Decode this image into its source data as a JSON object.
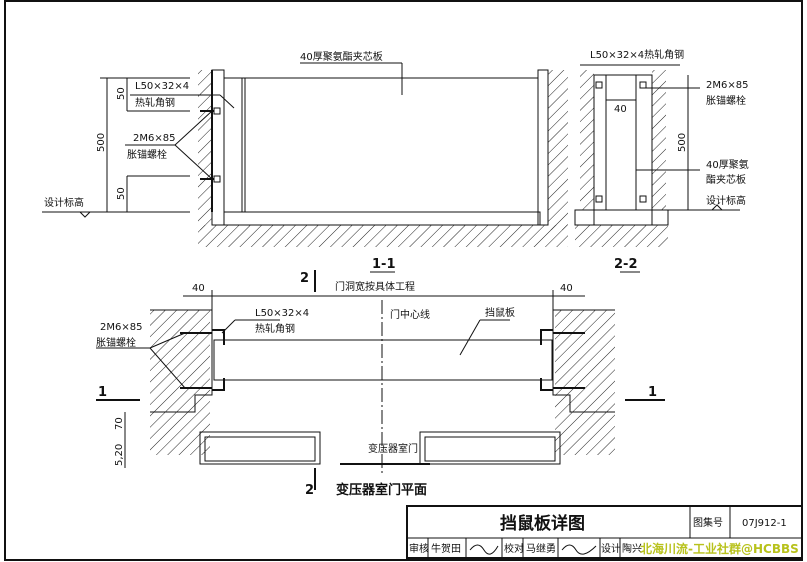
{
  "section_1_1": {
    "title": "1-1",
    "panel_label": "40厚聚氨酯夹芯板",
    "angle_spec": "L50×32×4",
    "angle_name": "热轧角钢",
    "bolt_spec": "2M6×85",
    "bolt_name": "胀锚螺栓",
    "dim_total": "500",
    "dim_top": "50",
    "dim_bottom": "50",
    "elevation_label": "设计标高"
  },
  "section_2_2": {
    "title": "2-2",
    "angle_spec": "L50×32×4热轧角钢",
    "bolt_spec": "2M6×85",
    "bolt_name": "胀锚螺栓",
    "dim_total": "500",
    "dim_thickness": "40",
    "panel_label_1": "40厚聚氨",
    "panel_label_2": "酯夹芯板",
    "elevation_label": "设计标高"
  },
  "plan": {
    "title": "变压器室门平面",
    "opening_label": "门洞宽按具体工程",
    "dim_left": "40",
    "dim_right": "40",
    "bolt_spec": "2M6×85",
    "bolt_name": "胀锚螺栓",
    "angle_spec": "L50×32×4",
    "angle_name": "热轧角钢",
    "center_line": "门中心线",
    "board_label": "挡鼠板",
    "door_label": "变压器室门",
    "cut_1_left": "1",
    "cut_1_right": "1",
    "cut_2_top": "2",
    "cut_2_bottom": "2",
    "dim_70": "70",
    "dim_5_20": "5,20"
  },
  "title_block": {
    "title": "挡鼠板详图",
    "atlas_label": "图集号",
    "atlas_no": "07J912-1",
    "review_label": "审核",
    "reviewer": "牛贺田",
    "check_label": "校对",
    "checker": "马继勇",
    "design_label": "设计",
    "designer": "陶兴",
    "watermark": "北海川流-工业社群@HCBBS"
  }
}
